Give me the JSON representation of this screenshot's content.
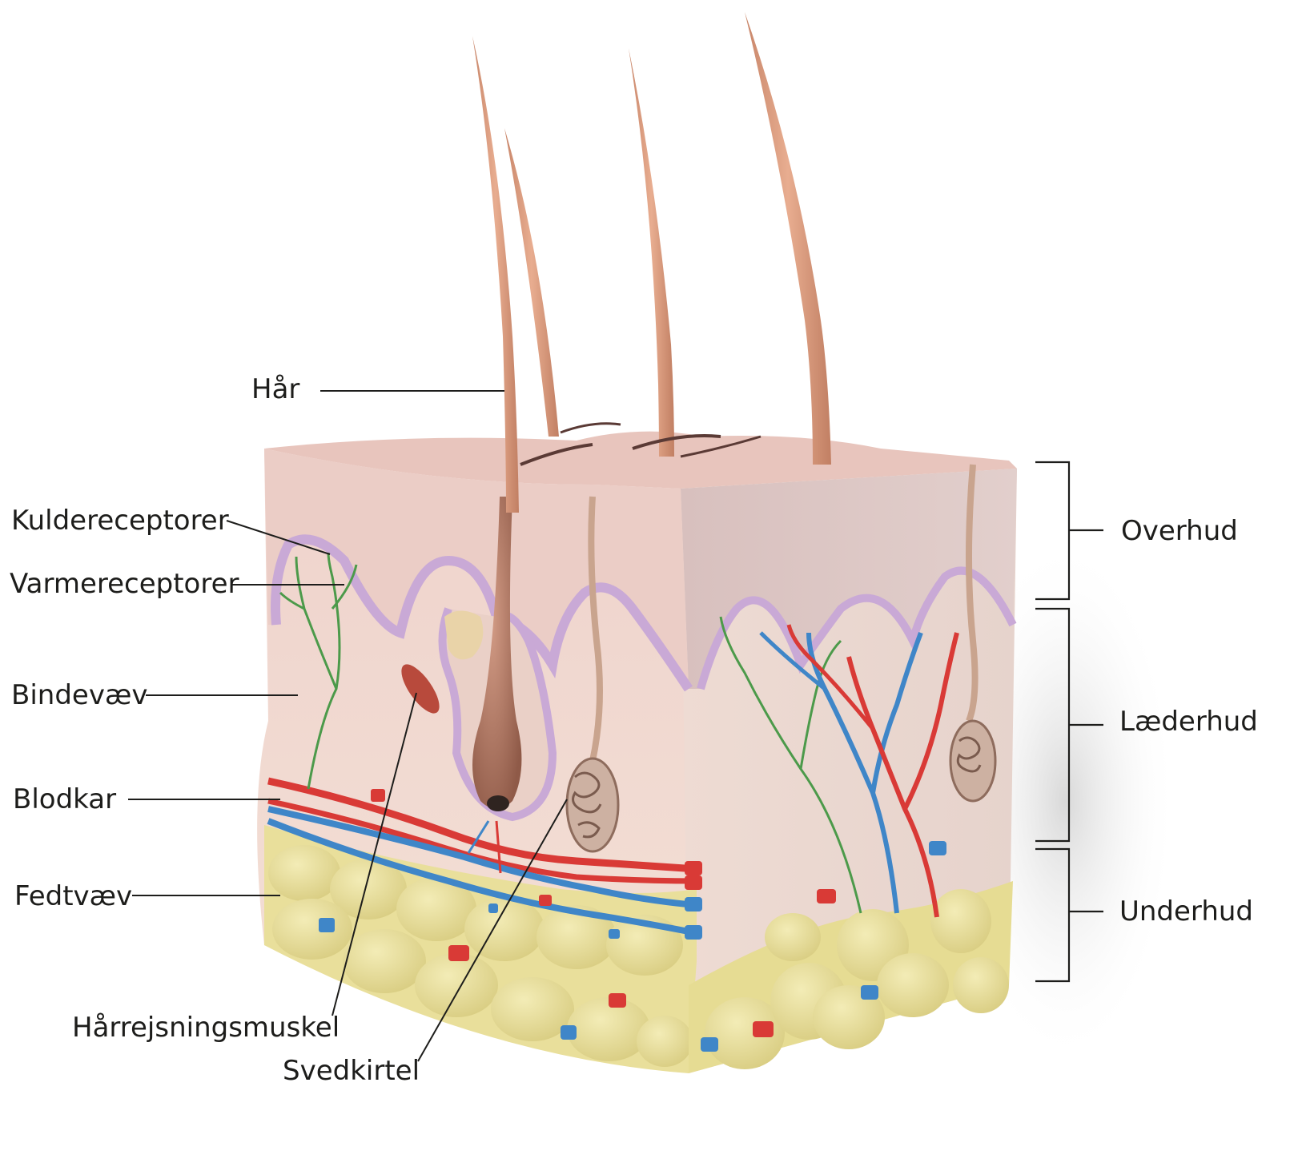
{
  "labels_left": {
    "hair": "Hår",
    "cold_receptors": "Kuldereceptorer",
    "heat_receptors": "Varmereceptorer",
    "connective_tissue": "Bindevæv",
    "blood_vessels": "Blodkar",
    "fat_tissue": "Fedtvæv",
    "arrector_muscle": "Hårrejsningsmuskel",
    "sweat_gland": "Svedkirtel"
  },
  "layers": {
    "epidermis": "Overhud",
    "dermis": "Læderhud",
    "subcutis": "Underhud"
  },
  "colors": {
    "epidermis": "#e9c9c3",
    "dermis": "#f3ddd2",
    "fat": "#e6dc93",
    "artery": "#d93a36",
    "vein": "#3f86c8",
    "nerve": "#4c9a4a",
    "hair": "#d59b7e",
    "basal_layer": "#c9a9d6"
  }
}
